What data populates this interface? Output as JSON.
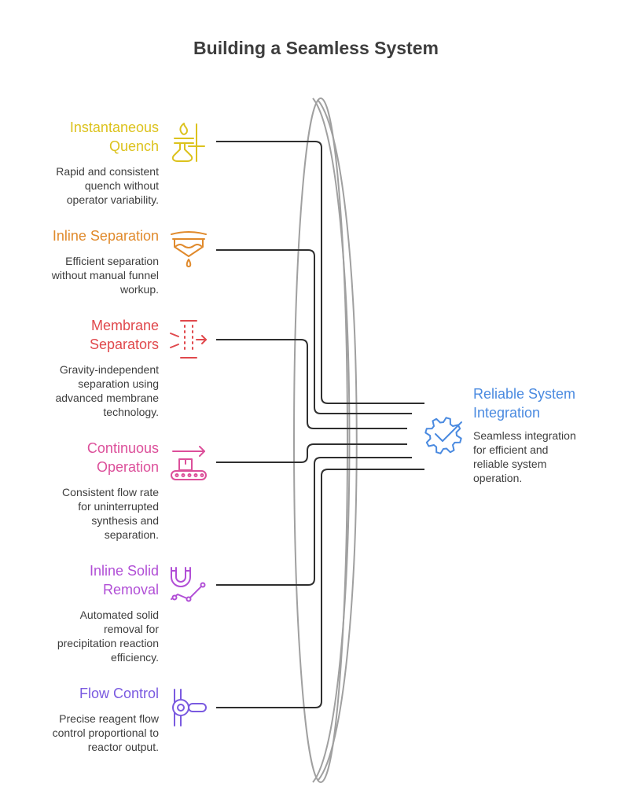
{
  "title": "Building a Seamless System",
  "colors": {
    "line": "#2f2f2f",
    "lens": "#a0a0a0",
    "text": "#3d3d3d"
  },
  "features": [
    {
      "title": "Instantaneous Quench",
      "title_lines": [
        "Instantaneous",
        "Quench"
      ],
      "description": "Rapid and consistent quench without operator variability.",
      "description_lines": [
        "Rapid and consistent",
        "quench without",
        "operator variability."
      ],
      "color": "#dcc21d",
      "icon": "flask-flame-icon"
    },
    {
      "title": "Inline Separation",
      "title_lines": [
        "Inline Separation"
      ],
      "description": "Efficient separation without manual funnel workup.",
      "description_lines": [
        "Efficient separation",
        "without manual funnel",
        "workup."
      ],
      "color": "#e08a2c",
      "icon": "separator-funnel-icon"
    },
    {
      "title": "Membrane Separators",
      "title_lines": [
        "Membrane",
        "Separators"
      ],
      "description": "Gravity-independent separation using advanced membrane technology.",
      "description_lines": [
        "Gravity-independent",
        "separation using",
        "advanced membrane",
        "technology."
      ],
      "color": "#e0484c",
      "icon": "membrane-filter-icon"
    },
    {
      "title": "Continuous Operation",
      "title_lines": [
        "Continuous",
        "Operation"
      ],
      "description": "Consistent flow rate for uninterrupted synthesis and separation.",
      "description_lines": [
        "Consistent flow rate",
        "for uninterrupted",
        "synthesis and",
        "separation."
      ],
      "color": "#dc4f9a",
      "icon": "conveyor-belt-icon"
    },
    {
      "title": "Inline Solid Removal",
      "title_lines": [
        "Inline Solid",
        "Removal"
      ],
      "description": "Automated solid removal for precipitation reaction efficiency.",
      "description_lines": [
        "Automated solid",
        "removal for",
        "precipitation reaction",
        "efficiency."
      ],
      "color": "#b14fd6",
      "icon": "magnet-icon"
    },
    {
      "title": "Flow Control",
      "title_lines": [
        "Flow Control"
      ],
      "description": "Precise reagent flow control proportional to reactor output.",
      "description_lines": [
        "Precise reagent flow",
        "control proportional to",
        "reactor output."
      ],
      "color": "#7a5ae0",
      "icon": "valve-icon"
    }
  ],
  "target": {
    "title": "Reliable System Integration",
    "title_lines": [
      "Reliable System",
      "Integration"
    ],
    "description": "Seamless integration for efficient and reliable system operation.",
    "description_lines": [
      "Seamless integration",
      "for efficient and",
      "reliable system",
      "operation."
    ],
    "color": "#4a8ae0",
    "icon": "gear-check-icon"
  }
}
